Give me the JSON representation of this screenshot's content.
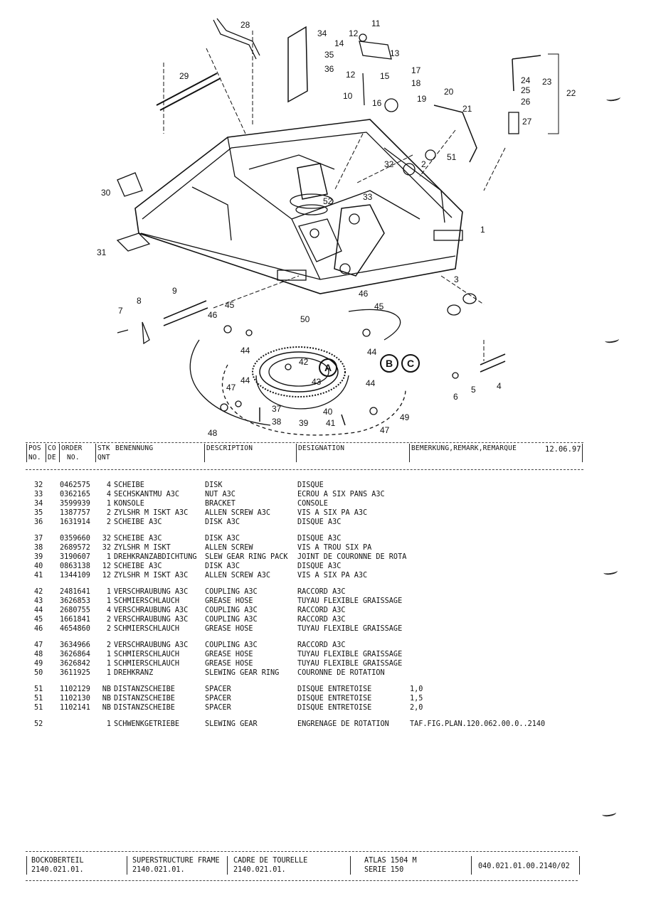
{
  "diagram": {
    "callouts": [
      "1",
      "2",
      "3",
      "4",
      "5",
      "6",
      "7",
      "8",
      "9",
      "10",
      "11",
      "12",
      "12",
      "13",
      "14",
      "15",
      "16",
      "17",
      "18",
      "19",
      "20",
      "21",
      "22",
      "23",
      "24",
      "25",
      "26",
      "27",
      "28",
      "29",
      "30",
      "31",
      "32",
      "33",
      "34",
      "35",
      "36",
      "37",
      "38",
      "39",
      "40",
      "41",
      "42",
      "43",
      "44",
      "44",
      "44",
      "44",
      "45",
      "45",
      "46",
      "46",
      "47",
      "47",
      "48",
      "49",
      "50",
      "51",
      "52"
    ],
    "markers": [
      "A",
      "B",
      "C"
    ]
  },
  "header": {
    "pos": "POS",
    "pos2": "NO.",
    "code": "CO",
    "code2": "DE",
    "order": "ORDER",
    "order2": "NO.",
    "qty": "STK",
    "qty2": "QNT",
    "benennung": "BENENNUNG",
    "description": "DESCRIPTION",
    "designation": "DESIGNATION",
    "remark": "BEMERKUNG,REMARK,REMARQUE",
    "date": "12.06.97"
  },
  "groups": [
    [
      {
        "pos": "32",
        "order": "0462575",
        "qty": "4",
        "de": "SCHEIBE",
        "en": "DISK",
        "fr": "DISQUE",
        "rm": ""
      },
      {
        "pos": "33",
        "order": "0362165",
        "qty": "4",
        "de": "SECHSKANTMU A3C",
        "en": "NUT A3C",
        "fr": "ECROU A SIX PANS A3C",
        "rm": ""
      },
      {
        "pos": "34",
        "order": "3599939",
        "qty": "1",
        "de": "KONSOLE",
        "en": "BRACKET",
        "fr": "CONSOLE",
        "rm": ""
      },
      {
        "pos": "35",
        "order": "1387757",
        "qty": "2",
        "de": "ZYLSHR M ISKT A3C",
        "en": "ALLEN SCREW A3C",
        "fr": "VIS A SIX PA A3C",
        "rm": ""
      },
      {
        "pos": "36",
        "order": "1631914",
        "qty": "2",
        "de": "SCHEIBE A3C",
        "en": "DISK A3C",
        "fr": "DISQUE A3C",
        "rm": ""
      }
    ],
    [
      {
        "pos": "37",
        "order": "0359660",
        "qty": "32",
        "de": "SCHEIBE A3C",
        "en": "DISK A3C",
        "fr": "DISQUE A3C",
        "rm": ""
      },
      {
        "pos": "38",
        "order": "2689572",
        "qty": "32",
        "de": "ZYLSHR M ISKT",
        "en": "ALLEN SCREW",
        "fr": "VIS A TROU SIX PA",
        "rm": ""
      },
      {
        "pos": "39",
        "order": "3190607",
        "qty": "1",
        "de": "DREHKRANZABDICHTUNG",
        "en": "SLEW GEAR RING PACK",
        "fr": "JOINT DE COURONNE DE ROTA",
        "rm": ""
      },
      {
        "pos": "40",
        "order": "0863138",
        "qty": "12",
        "de": "SCHEIBE A3C",
        "en": "DISK A3C",
        "fr": "DISQUE A3C",
        "rm": ""
      },
      {
        "pos": "41",
        "order": "1344109",
        "qty": "12",
        "de": "ZYLSHR M ISKT A3C",
        "en": "ALLEN SCREW A3C",
        "fr": "VIS A SIX PA A3C",
        "rm": ""
      }
    ],
    [
      {
        "pos": "42",
        "order": "2481641",
        "qty": "1",
        "de": "VERSCHRAUBUNG A3C",
        "en": "COUPLING A3C",
        "fr": "RACCORD A3C",
        "rm": ""
      },
      {
        "pos": "43",
        "order": "3626853",
        "qty": "1",
        "de": "SCHMIERSCHLAUCH",
        "en": "GREASE HOSE",
        "fr": "TUYAU FLEXIBLE GRAISSAGE",
        "rm": ""
      },
      {
        "pos": "44",
        "order": "2680755",
        "qty": "4",
        "de": "VERSCHRAUBUNG A3C",
        "en": "COUPLING A3C",
        "fr": "RACCORD A3C",
        "rm": ""
      },
      {
        "pos": "45",
        "order": "1661841",
        "qty": "2",
        "de": "VERSCHRAUBUNG A3C",
        "en": "COUPLING A3C",
        "fr": "RACCORD A3C",
        "rm": ""
      },
      {
        "pos": "46",
        "order": "4654860",
        "qty": "2",
        "de": "SCHMIERSCHLAUCH",
        "en": "GREASE HOSE",
        "fr": "TUYAU FLEXIBLE GRAISSAGE",
        "rm": ""
      }
    ],
    [
      {
        "pos": "47",
        "order": "3634966",
        "qty": "2",
        "de": "VERSCHRAUBUNG A3C",
        "en": "COUPLING A3C",
        "fr": "RACCORD A3C",
        "rm": ""
      },
      {
        "pos": "48",
        "order": "3626864",
        "qty": "1",
        "de": "SCHMIERSCHLAUCH",
        "en": "GREASE HOSE",
        "fr": "TUYAU FLEXIBLE GRAISSAGE",
        "rm": ""
      },
      {
        "pos": "49",
        "order": "3626842",
        "qty": "1",
        "de": "SCHMIERSCHLAUCH",
        "en": "GREASE HOSE",
        "fr": "TUYAU FLEXIBLE GRAISSAGE",
        "rm": ""
      },
      {
        "pos": "50",
        "order": "3611925",
        "qty": "1",
        "de": "DREHKRANZ",
        "en": "SLEWING GEAR RING",
        "fr": "COURONNE DE ROTATION",
        "rm": ""
      }
    ],
    [
      {
        "pos": "51",
        "order": "1102129",
        "qty": "NB",
        "de": "DISTANZSCHEIBE",
        "en": "SPACER",
        "fr": "DISQUE ENTRETOISE",
        "rm": "1,0"
      },
      {
        "pos": "51",
        "order": "1102130",
        "qty": "NB",
        "de": "DISTANZSCHEIBE",
        "en": "SPACER",
        "fr": "DISQUE ENTRETOISE",
        "rm": "1,5"
      },
      {
        "pos": "51",
        "order": "1102141",
        "qty": "NB",
        "de": "DISTANZSCHEIBE",
        "en": "SPACER",
        "fr": "DISQUE ENTRETOISE",
        "rm": "2,0"
      }
    ],
    [
      {
        "pos": "52",
        "order": "",
        "qty": "1",
        "de": "SCHWENKGETRIEBE",
        "en": "SLEWING GEAR",
        "fr": "ENGRENAGE DE ROTATION",
        "rm": "TAF.FIG.PLAN.120.062.00.0..2140"
      }
    ]
  ],
  "footer": {
    "de_title": "BOCKOBERTEIL",
    "de_code": "2140.021.01.",
    "en_title": "SUPERSTRUCTURE FRAME",
    "en_code": "2140.021.01.",
    "fr_title": "CADRE DE TOURELLE",
    "fr_code": "2140.021.01.",
    "model": "ATLAS 1504 M",
    "series": "SERIE 150",
    "doc_no": "040.021.01.00.2140/02"
  }
}
